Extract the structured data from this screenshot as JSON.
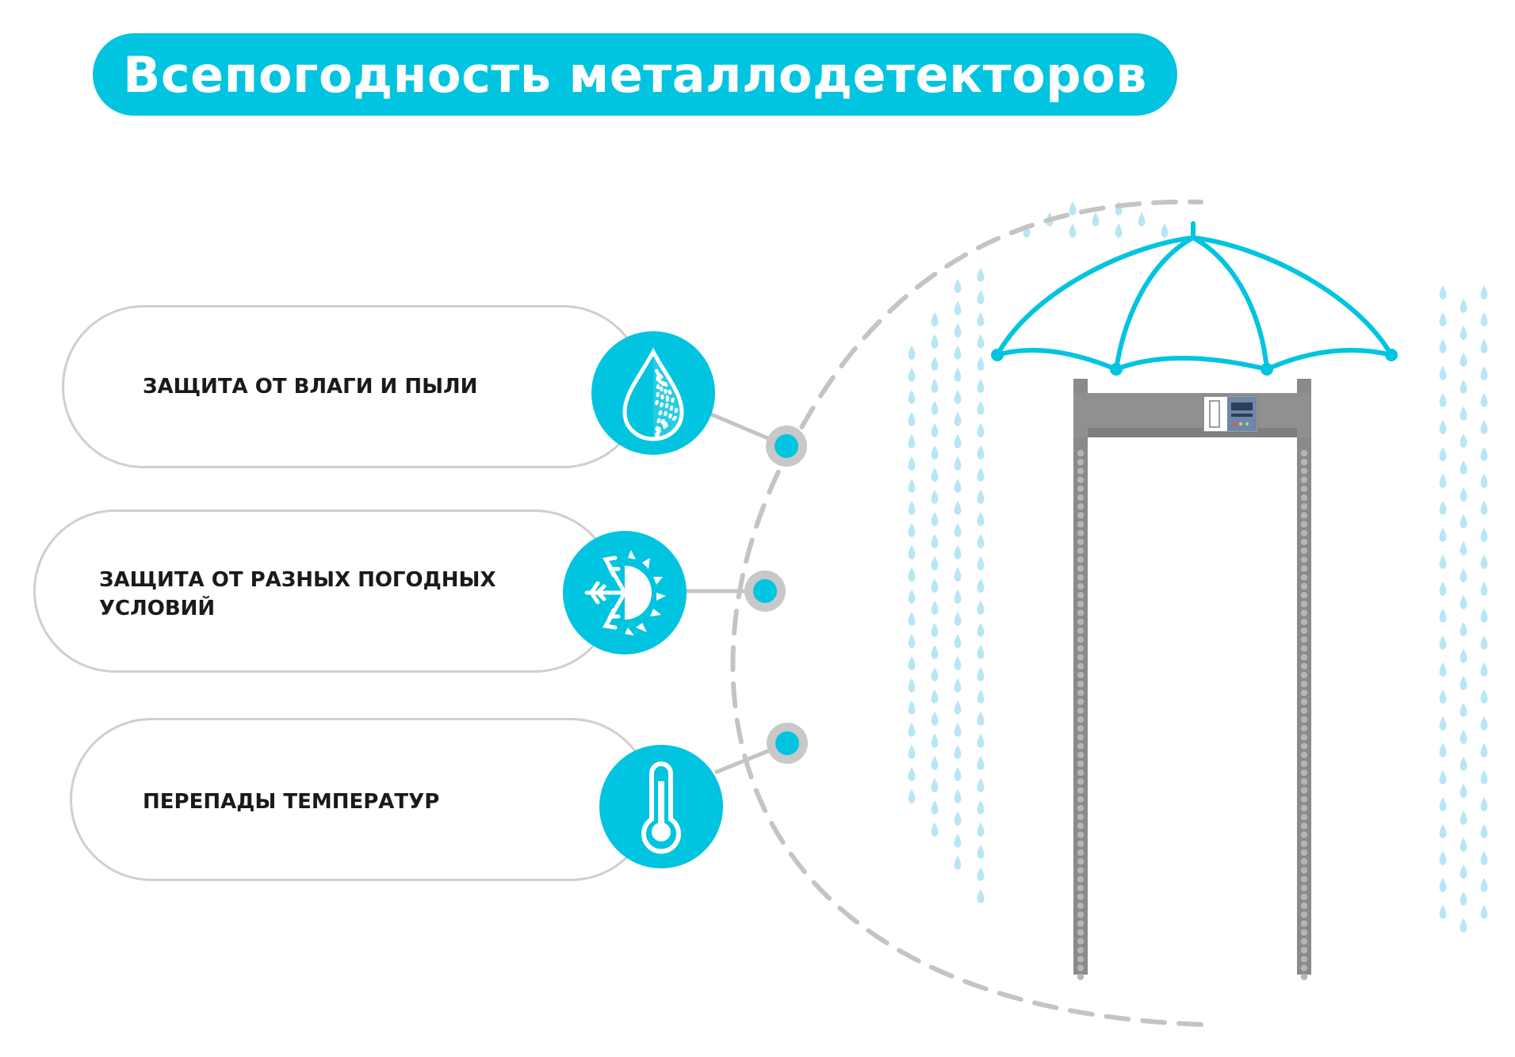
{
  "title": "Всепогодность металлодетекторов",
  "features": [
    {
      "id": "moisture",
      "lines": [
        "ЗАЩИТА ОТ ВЛАГИ И ПЫЛИ"
      ],
      "icon": "water-drop-dust-icon"
    },
    {
      "id": "weather",
      "lines": [
        "ЗАЩИТА ОТ РАЗНЫХ ПОГОДНЫХ",
        "УСЛОВИЙ"
      ],
      "icon": "snowflake-sun-icon"
    },
    {
      "id": "temperature",
      "lines": [
        "ПЕРЕПАДЫ ТЕМПЕРАТУР"
      ],
      "icon": "thermometer-icon"
    }
  ],
  "colors": {
    "accent": "#00c4e0",
    "rain": "#b8e6f4",
    "frame": "#8a8a8a",
    "connector": "#c4c4c4"
  }
}
